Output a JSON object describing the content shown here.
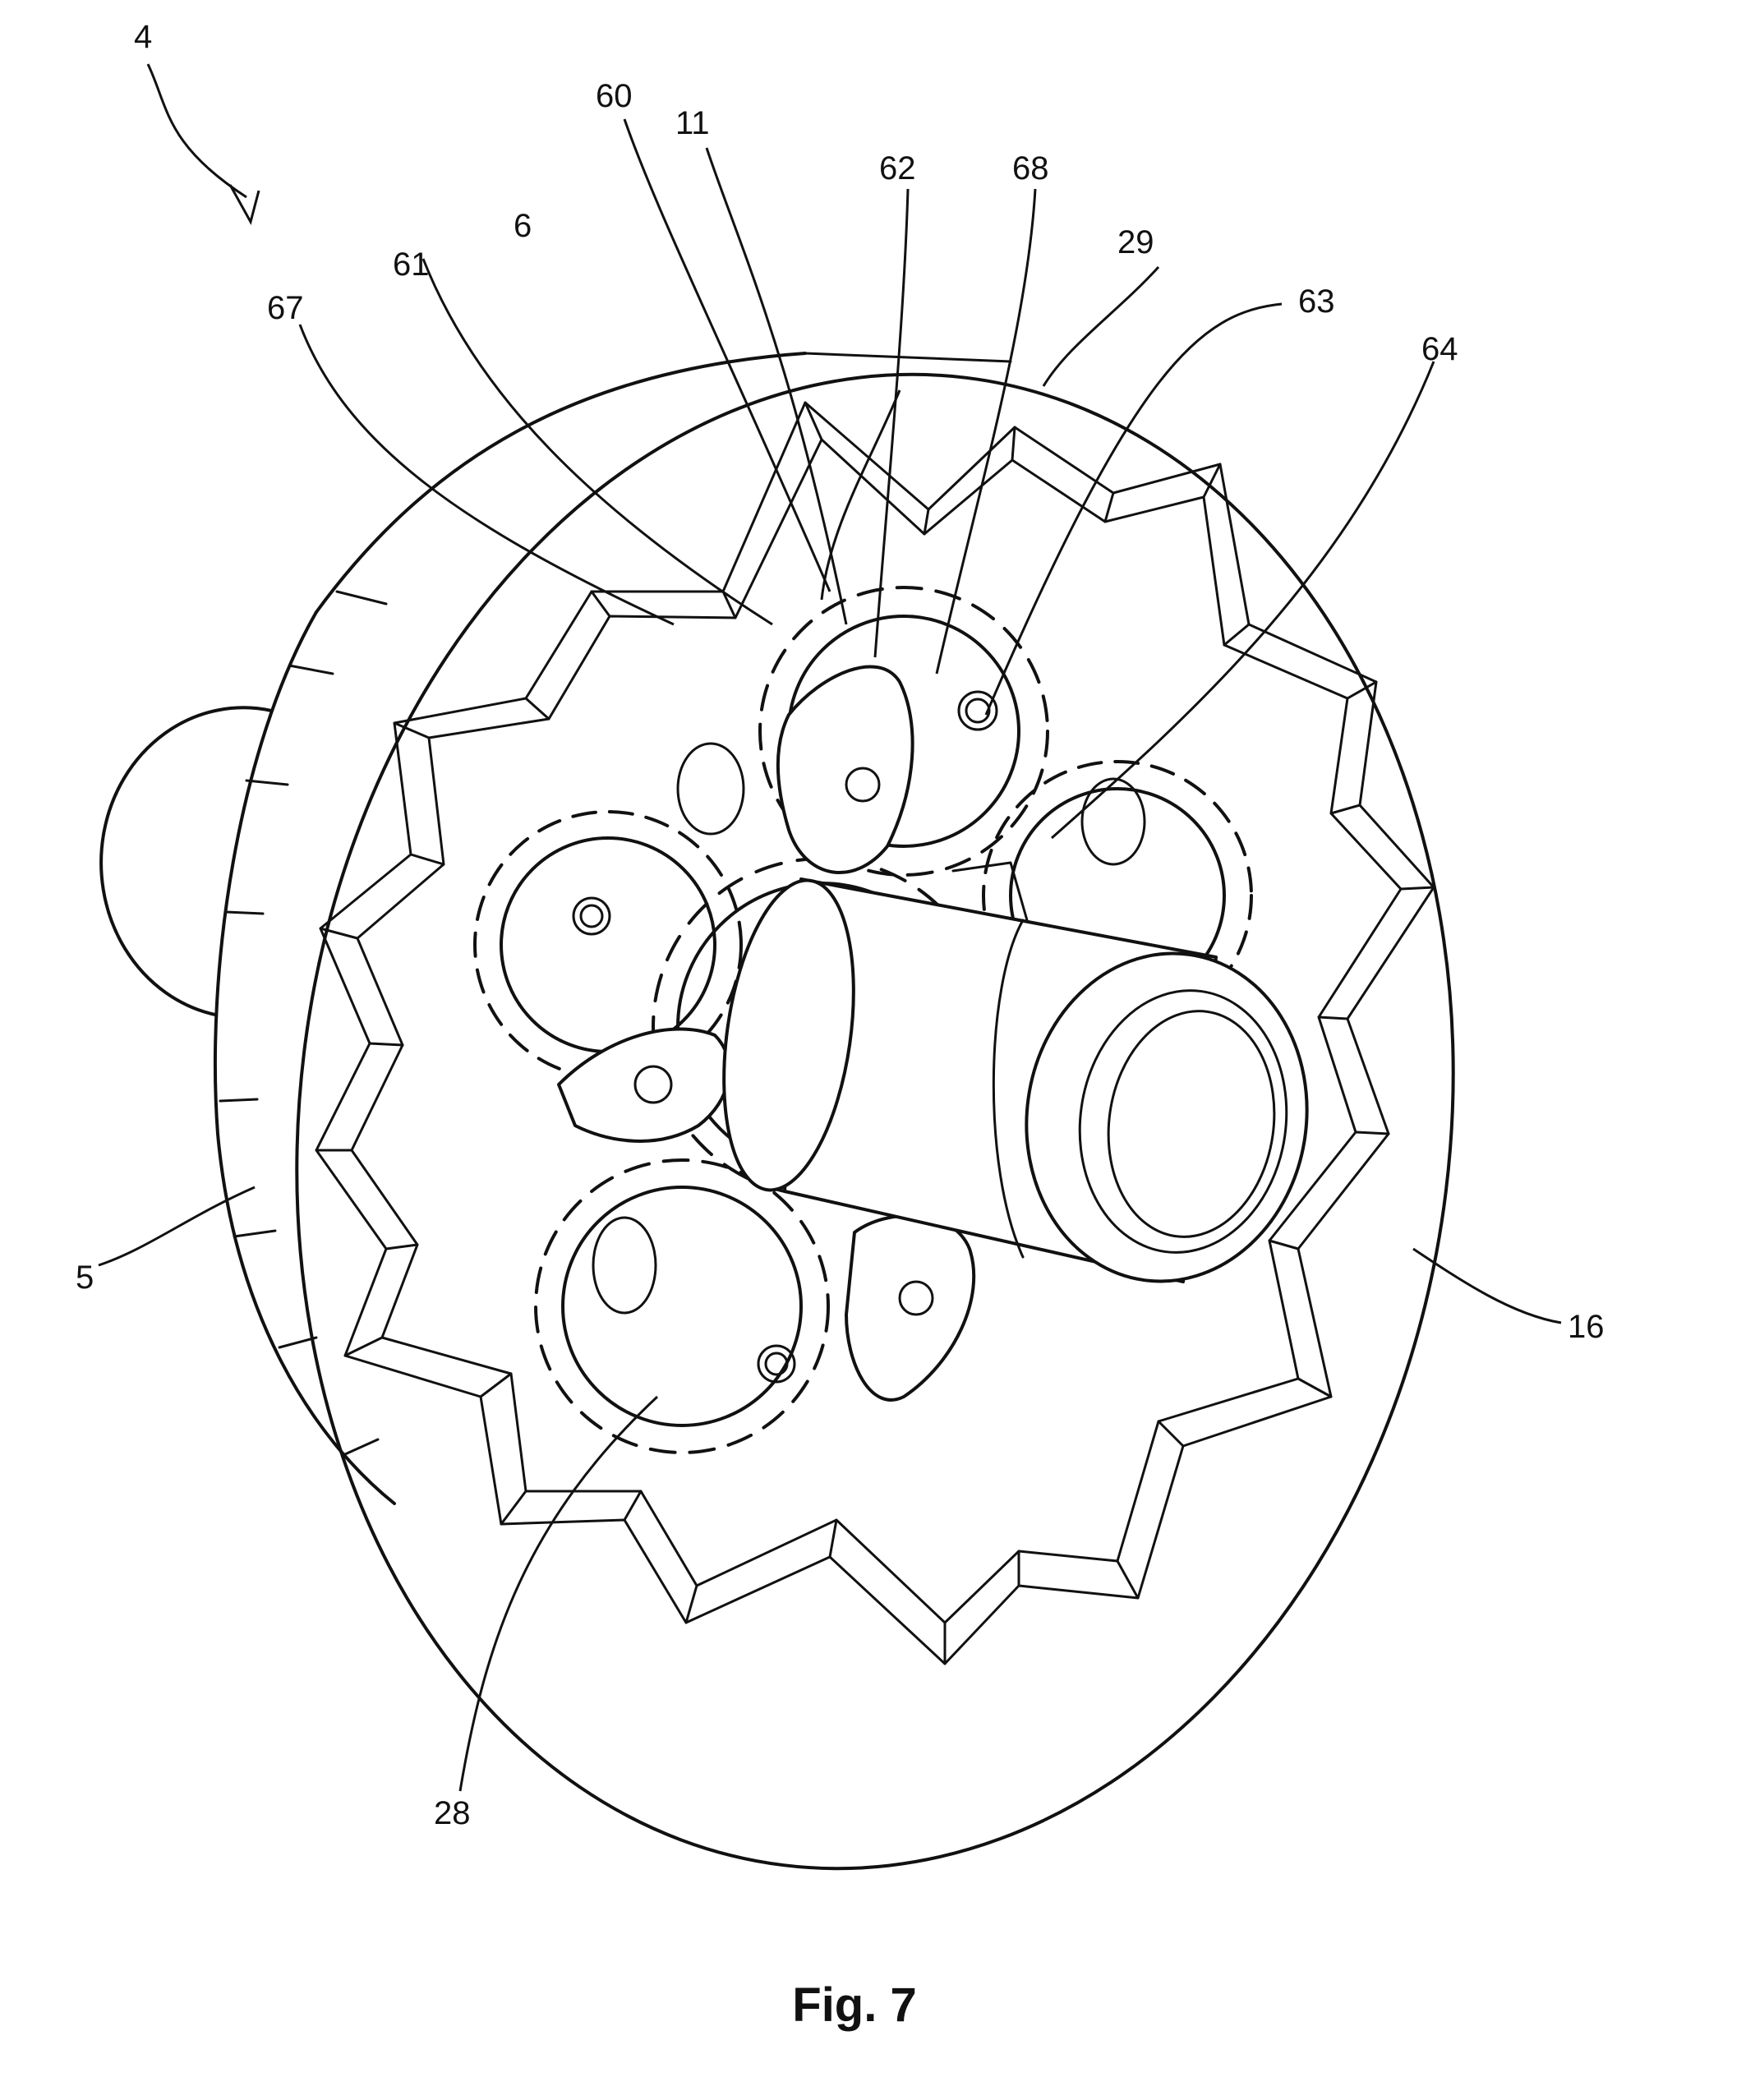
{
  "figure": {
    "caption": "Fig. 7",
    "labels": {
      "l4": "4",
      "l60": "60",
      "l11": "11",
      "l62": "62",
      "l68": "68",
      "l29": "29",
      "l6": "6",
      "l63": "63",
      "l61": "61",
      "l67": "67",
      "l64": "64",
      "l5": "5",
      "l16": "16",
      "l28": "28"
    }
  }
}
